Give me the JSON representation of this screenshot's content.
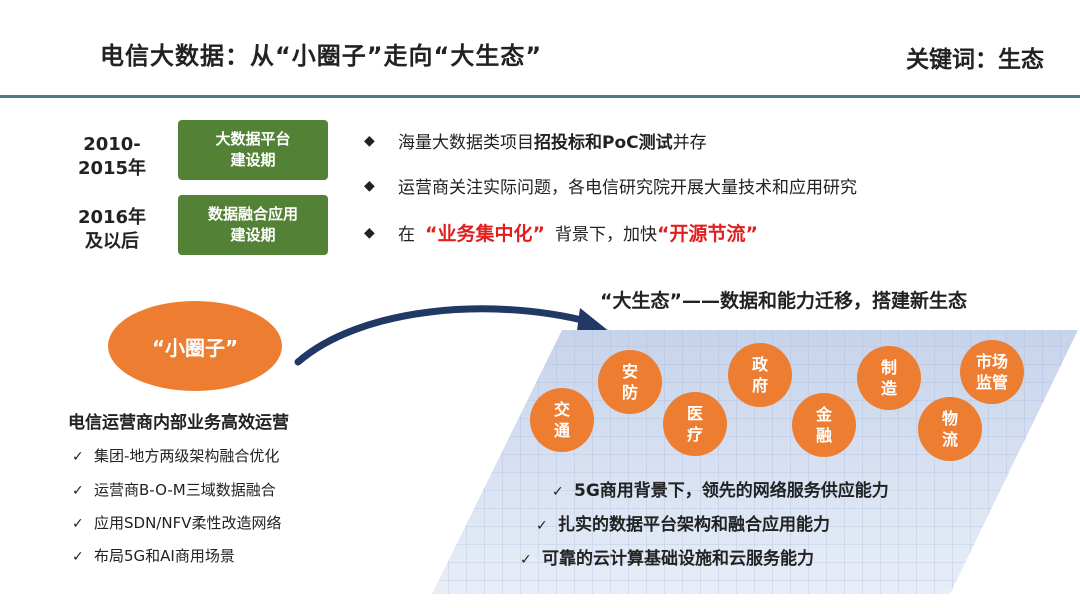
{
  "header": {
    "title": "电信大数据：从“小圈子”走向“大生态”",
    "keyword": "关键词：生态"
  },
  "timeline": [
    {
      "period_line1": "2010-",
      "period_line2": "2015年",
      "stage_line1": "大数据平台",
      "stage_line2": "建设期"
    },
    {
      "period_line1": "2016年",
      "period_line2": "及以后",
      "stage_line1": "数据融合应用",
      "stage_line2": "建设期"
    }
  ],
  "bullets": [
    {
      "prefix": "海量大数据类项目",
      "strong": "招投标和PoC测试",
      "suffix": "并存"
    },
    {
      "text": "运营商关注实际问题，各电信研究院开展大量技术和应用研究"
    },
    {
      "prefix": "在",
      "red1": "“业务集中化”",
      "middle": "背景下，加快",
      "red2": "“开源节流”"
    }
  ],
  "small_circle": {
    "label": "“小圈子”",
    "heading": "电信运营商内部业务高效运营",
    "items": [
      "集团-地方两级架构融合优化",
      "运营商B-O-M三域数据融合",
      "应用SDN/NFV柔性改造网络",
      "布局5G和AI商用场景"
    ]
  },
  "ecosystem": {
    "heading": "“大生态”——数据和能力迁移，搭建新生态",
    "nodes": [
      {
        "line1": "交",
        "line2": "通"
      },
      {
        "line1": "安",
        "line2": "防"
      },
      {
        "line1": "医",
        "line2": "疗"
      },
      {
        "line1": "政",
        "line2": "府"
      },
      {
        "line1": "金",
        "line2": "融"
      },
      {
        "line1": "制",
        "line2": "造"
      },
      {
        "line1": "物",
        "line2": "流"
      },
      {
        "line1": "市场",
        "line2": "监管"
      }
    ],
    "capabilities": [
      "5G商用背景下，领先的网络服务供应能力",
      "扎实的数据平台架构和融合应用能力",
      "可靠的云计算基础设施和云服务能力"
    ]
  },
  "colors": {
    "accent_green": "#538135",
    "accent_orange": "#ed7d31",
    "highlight_red": "#e02020",
    "rule_teal": "#4b7a84",
    "arrow_navy": "#1f3864"
  }
}
